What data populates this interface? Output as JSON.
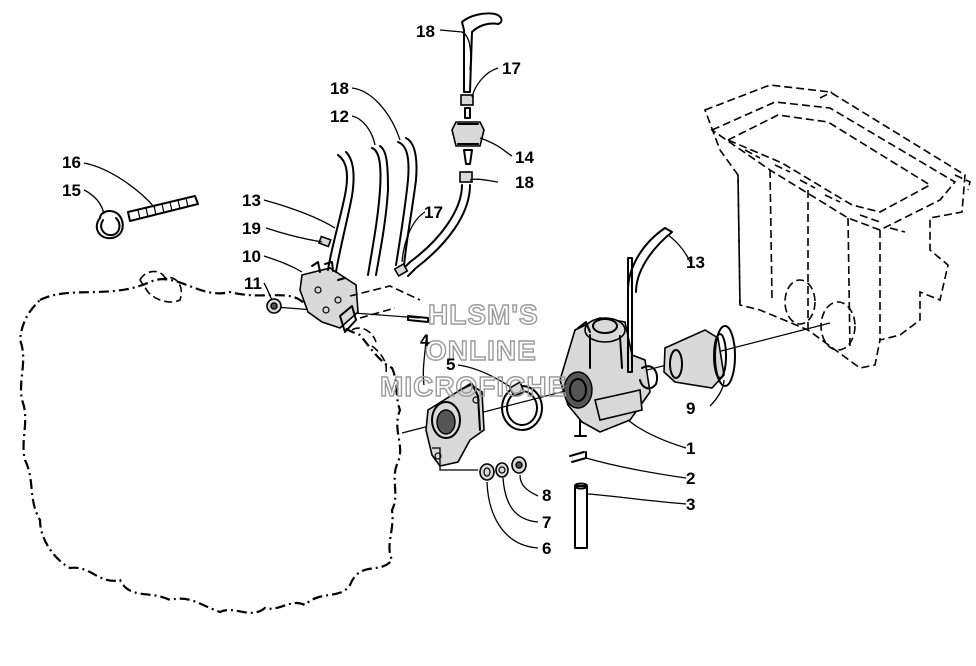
{
  "watermark": {
    "line1": "HLSM'S",
    "line2": "ONLINE",
    "line3": "MICROFICHE"
  },
  "callouts": {
    "c1": "1",
    "c2": "2",
    "c3": "3",
    "c4": "4",
    "c5": "5",
    "c6": "6",
    "c7": "7",
    "c8": "8",
    "c9": "9",
    "c10": "10",
    "c11": "11",
    "c12": "12",
    "c13a": "13",
    "c13b": "13",
    "c14": "14",
    "c15": "15",
    "c16": "16",
    "c17a": "17",
    "c17b": "17",
    "c18a": "18",
    "c18b": "18",
    "c18c": "18",
    "c19": "19"
  }
}
